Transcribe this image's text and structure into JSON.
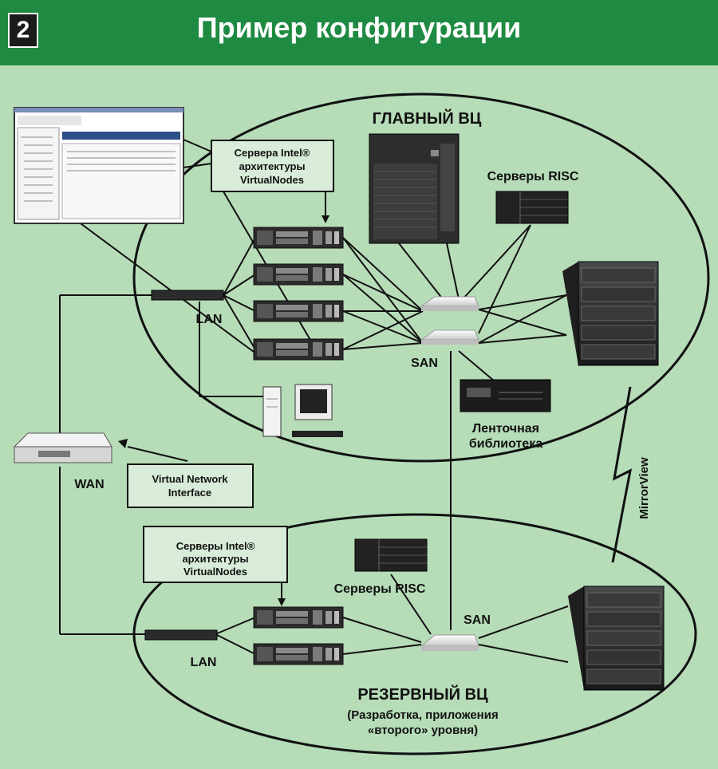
{
  "header": {
    "badge": "2",
    "title": "Пример конфигурации"
  },
  "main_dc": {
    "title": "ГЛАВНЫЙ ВЦ",
    "risc_label": "Серверы RISC",
    "intel_box": [
      "Сервера Intel®",
      "архитектуры",
      "VirtualNodes"
    ],
    "lan_label": "LAN",
    "san_label": "SAN",
    "tape_label": [
      "Ленточная",
      "библиотека"
    ]
  },
  "wan_label": "WAN",
  "vni_box": [
    "Virtual Network",
    "Interface"
  ],
  "mirror_label": "MirrorView",
  "backup_dc": {
    "intel_box": [
      "Серверы Intel®",
      "архитектуры",
      "VirtualNodes"
    ],
    "risc_label": "Серверы RISC",
    "lan_label": "LAN",
    "san_label": "SAN",
    "title": "РЕЗЕРВНЫЙ ВЦ",
    "subtitle": [
      "(Разработка, приложения",
      "«второго» уровня)"
    ]
  },
  "colors": {
    "header": "#1f8a41",
    "background": "#b6dcb8"
  },
  "icons": [
    "console-screenshot",
    "rack-server",
    "tape-library",
    "storage-array",
    "network-switch",
    "wan-router",
    "workstation"
  ]
}
